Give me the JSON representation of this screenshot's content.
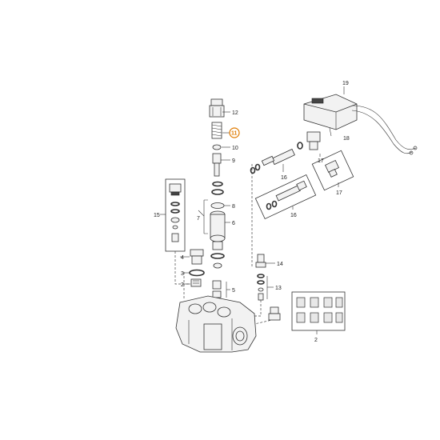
{
  "callouts": {
    "n2a": "2",
    "n2b": "2",
    "n3": "3",
    "n4": "4",
    "n5": "5",
    "n6": "6",
    "n7": "7",
    "n8": "8",
    "n9": "9",
    "n10": "10",
    "n11": "11",
    "n12": "12",
    "n13": "13",
    "n14": "14",
    "n15": "15",
    "n16a": "16",
    "n16b": "16",
    "n17a": "17",
    "n17b": "17",
    "n18": "18",
    "n19": "19"
  },
  "highlight": {
    "callout": "11",
    "color": "#e07b00"
  },
  "colors": {
    "line": "#333333",
    "part_fill": "#f2f2f2",
    "highlight": "#e07b00"
  }
}
